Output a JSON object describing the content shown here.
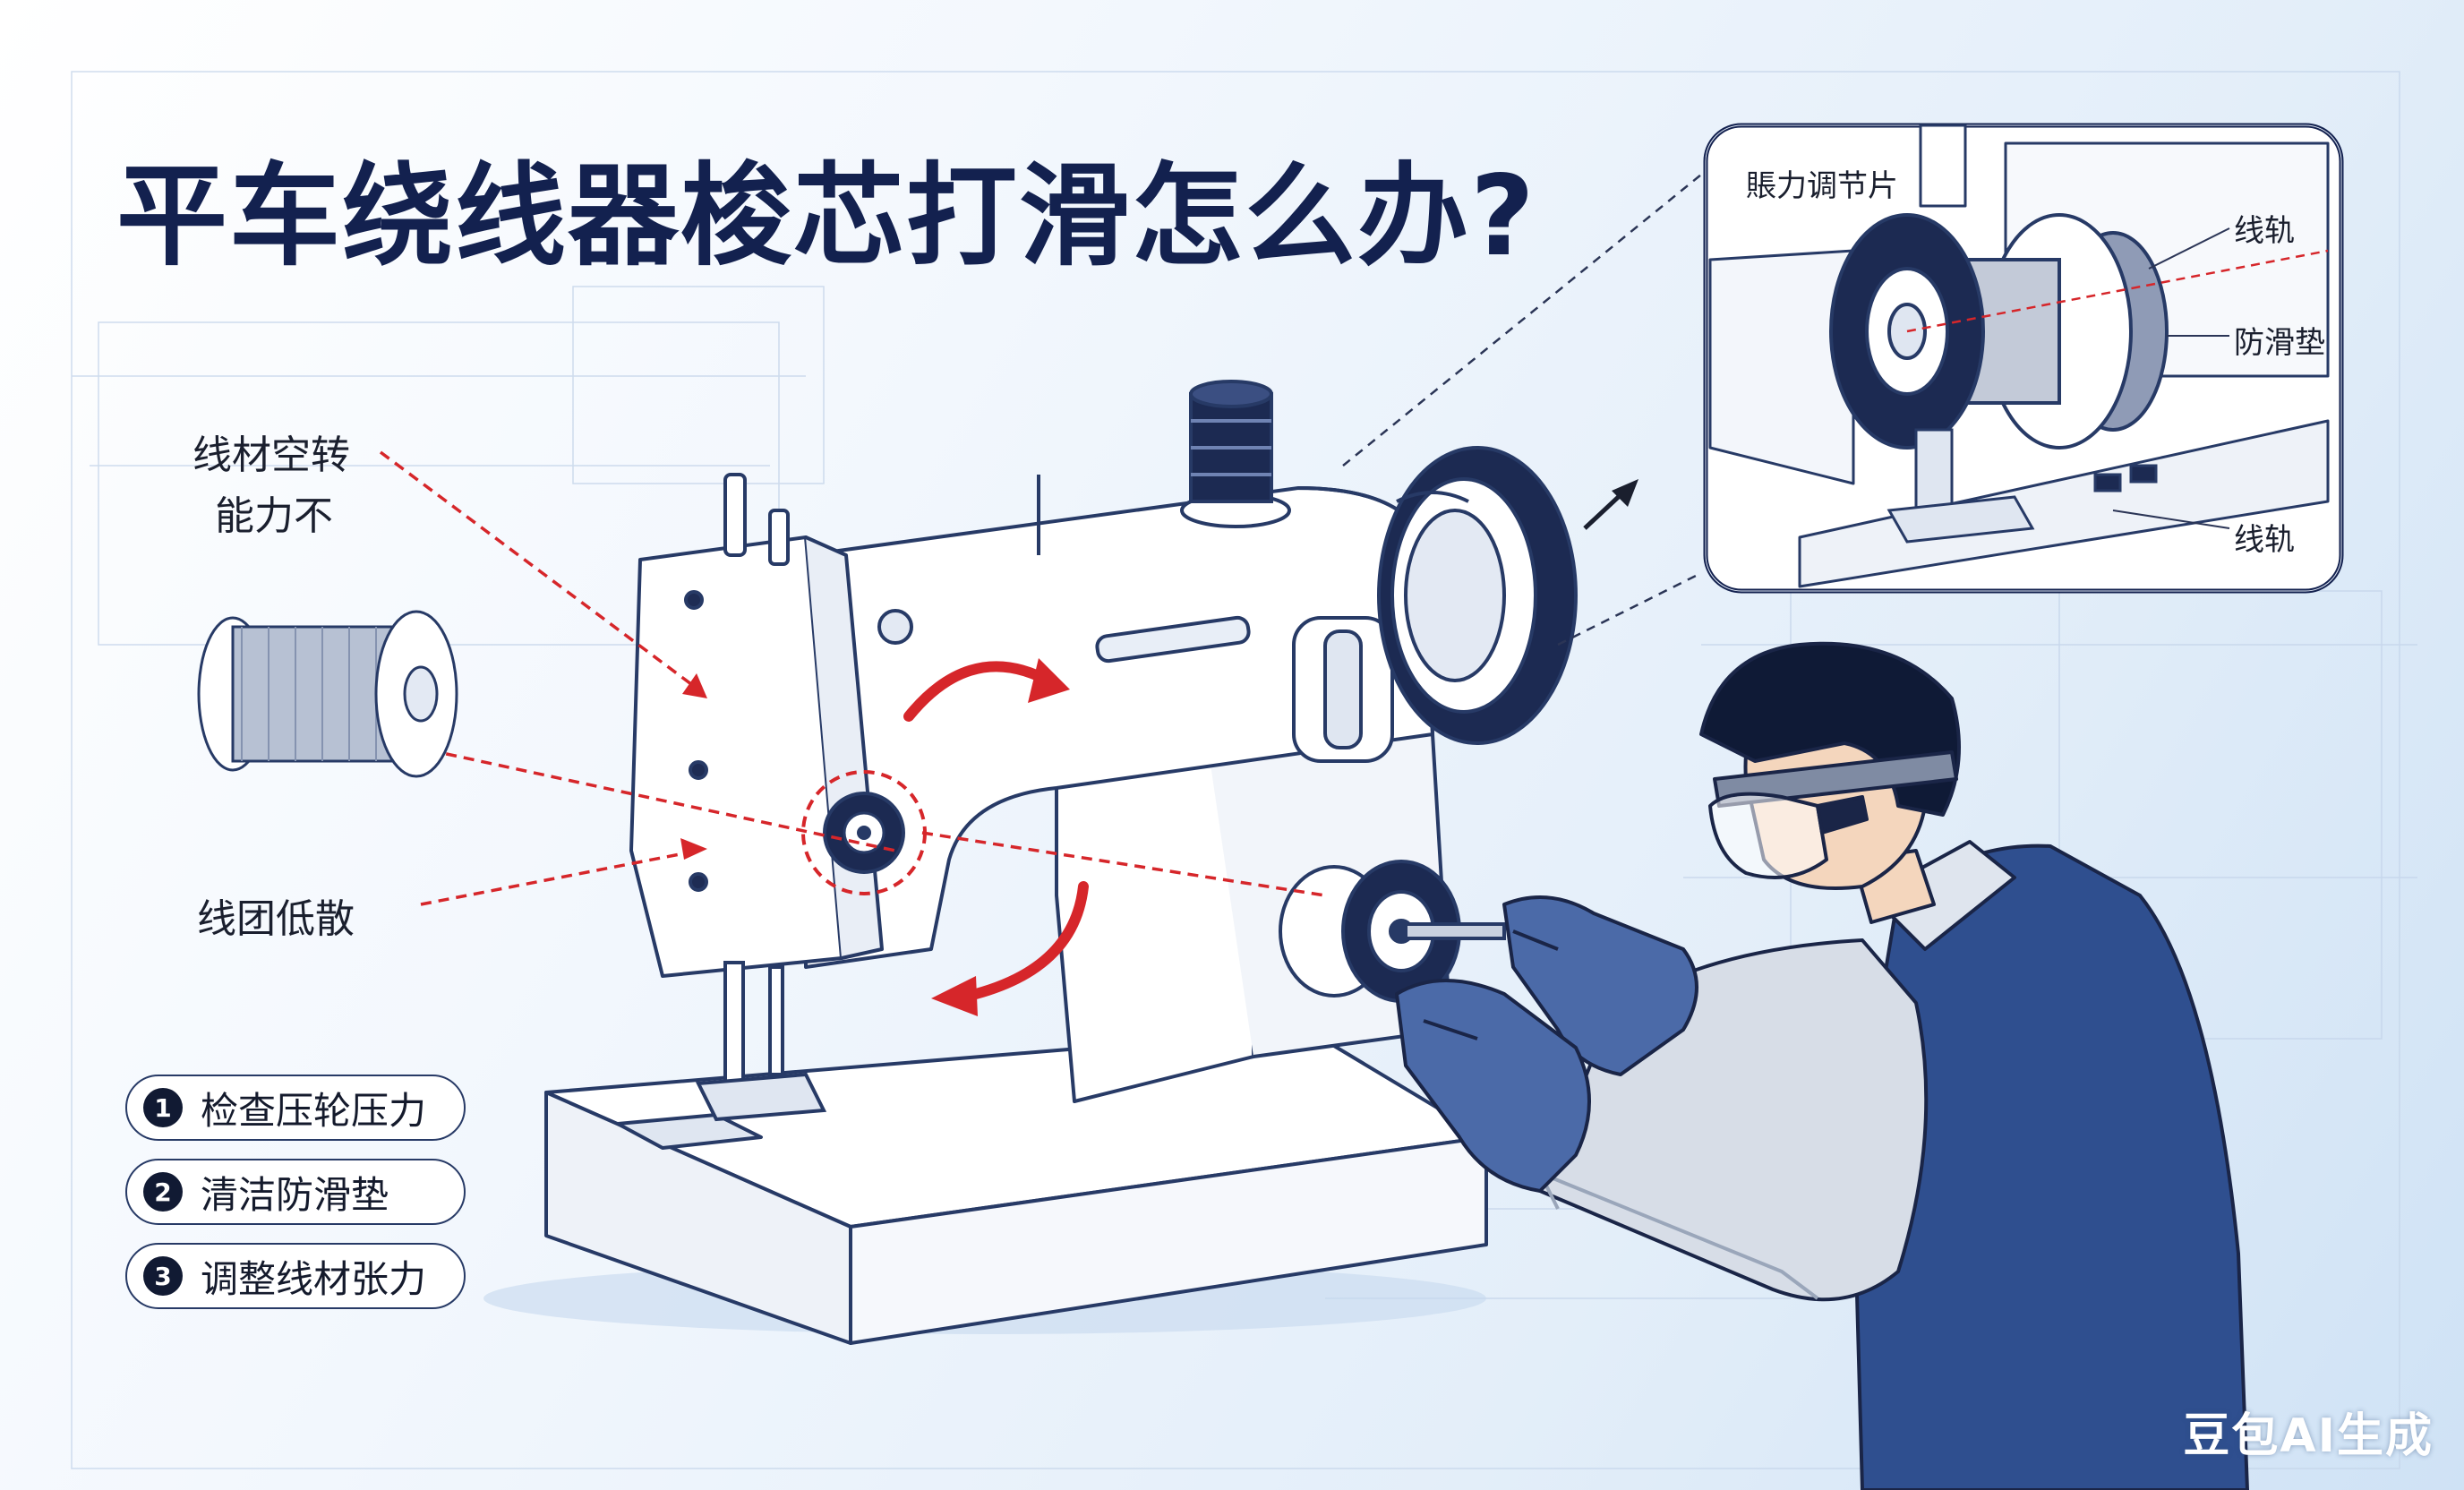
{
  "title": "平车绕线器梭芯打滑怎么办?",
  "callouts": {
    "idle_spin_line1": "线材空转",
    "idle_spin_line2": "能力不",
    "loose_thread": "线团低散"
  },
  "detail": {
    "pressure_plate": "賬力调节片",
    "spool_top": "线轨",
    "anti_slip_pad": "防滑垫",
    "rail_bottom": "线轨"
  },
  "steps": [
    {
      "num": "1",
      "label": "检查压轮压力"
    },
    {
      "num": "2",
      "label": "清洁防滑垫"
    },
    {
      "num": "3",
      "label": "调整线材张力"
    }
  ],
  "watermark": "豆包AI生成",
  "colors": {
    "navy": "#13214f",
    "accent_red": "#d6262a",
    "outline": "#273a66",
    "glove_blue": "#4b6aa8",
    "vest_blue": "#2f4f8f"
  },
  "icons": {
    "arrow": "red-curved-arrow",
    "spool": "thread-spool-icon"
  }
}
